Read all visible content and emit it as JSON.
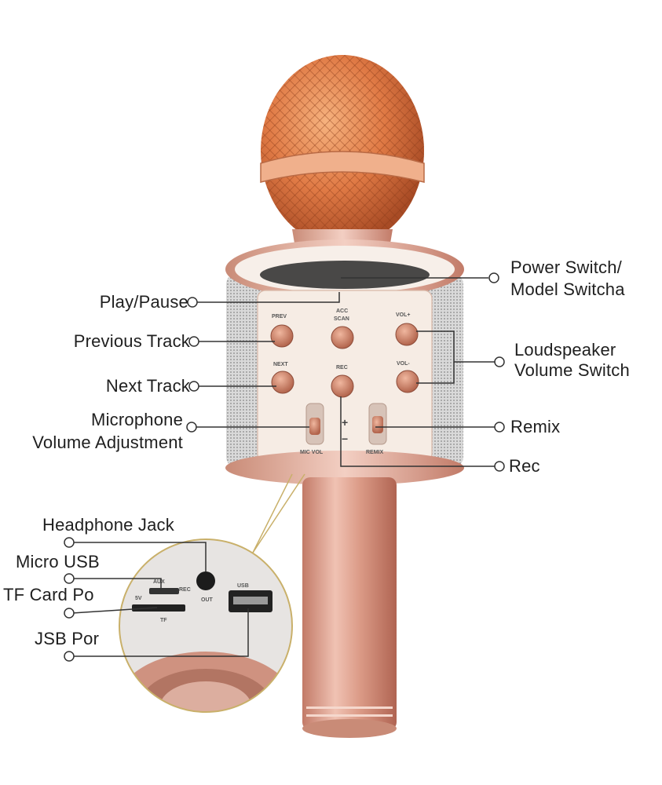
{
  "labels": {
    "play_pause": "Play/Pause",
    "previous_track": "Previous Track",
    "next_track": "Next Track",
    "mic_volume_line1": "Microphone",
    "mic_volume_line2": "Volume Adjustment",
    "power_line1": "Power Switch/",
    "power_line2": "Model Switcha",
    "speaker_line1": "Loudspeaker",
    "speaker_line2": "Volume Switch",
    "remix": "Remix",
    "rec": "Rec",
    "headphone_jack": "Headphone Jack",
    "micro_usb": "Micro USB",
    "tf_card": "TF Card Po",
    "usb_port": "JSB Por"
  },
  "device_text": {
    "prev": "PREV",
    "acc": "ACC",
    "scan": "SCAN",
    "vol_plus": "VOL+",
    "next": "NEXT",
    "rec": "REC",
    "vol_minus": "VOL-",
    "mic_vol": "MIC VOL",
    "remix": "REMIX",
    "plus": "+",
    "minus": "−",
    "aux": "AUX",
    "rec_small": "REC",
    "five_v": "5V",
    "out": "OUT",
    "usb": "USB",
    "tf": "TF"
  },
  "colors": {
    "rose_gold": "#d99a86",
    "rose_dark": "#b86f5c",
    "mesh": "#e07a45",
    "line": "#333333"
  }
}
